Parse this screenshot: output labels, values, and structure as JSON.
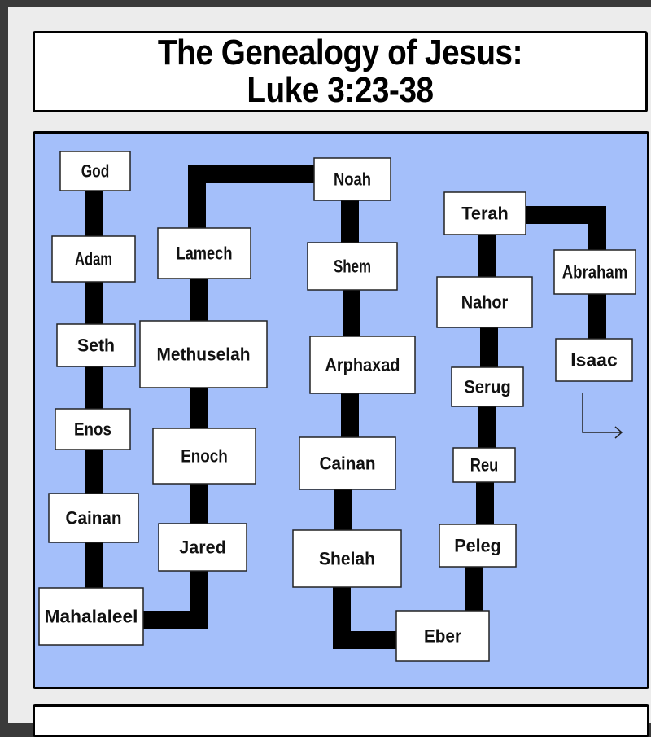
{
  "title": "The Genealogy of Jesus: Luke 3:23-38",
  "colors": {
    "panel": "#a4bffa",
    "connector": "#000000",
    "box": "#ffffff"
  },
  "icons": [
    "corner-arrow-icon"
  ],
  "names": [
    "God",
    "Adam",
    "Seth",
    "Enos",
    "Cainan",
    "Mahalaleel",
    "Jared",
    "Enoch",
    "Methuselah",
    "Lamech",
    "Noah",
    "Shem",
    "Arphaxad",
    "Cainan",
    "Shelah",
    "Eber",
    "Peleg",
    "Reu",
    "Serug",
    "Nahor",
    "Terah",
    "Abraham",
    "Isaac"
  ]
}
